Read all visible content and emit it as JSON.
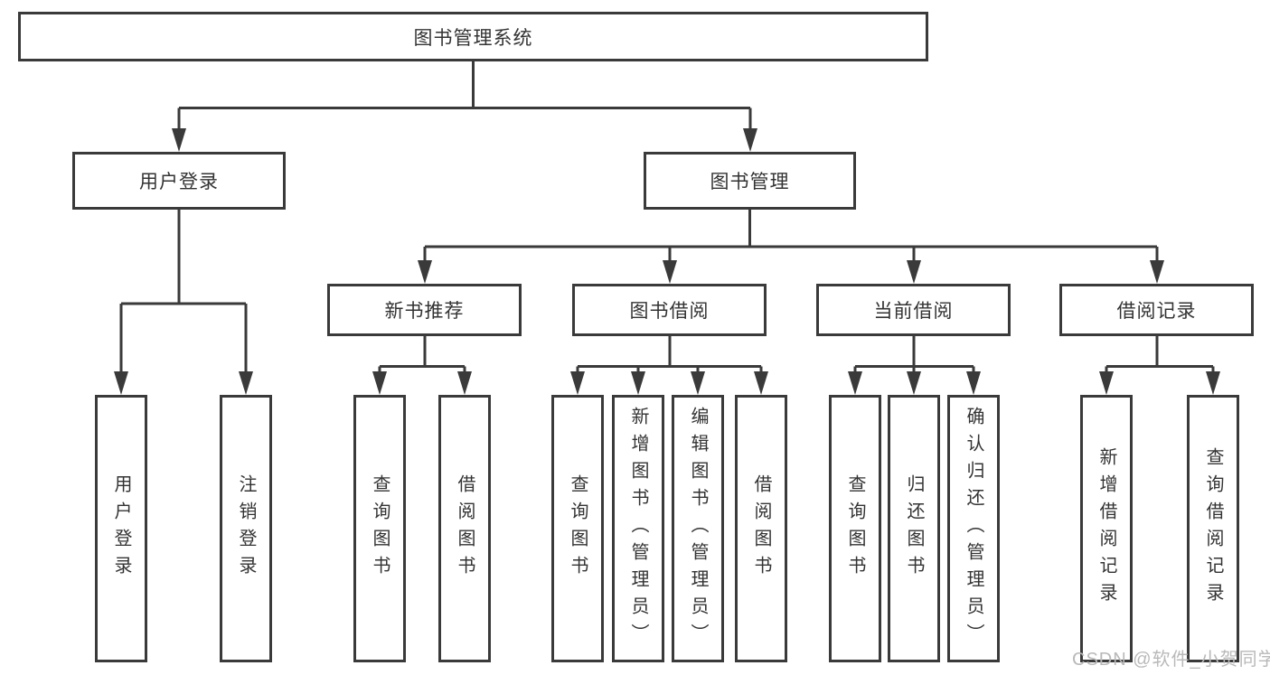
{
  "diagram": {
    "title_node": "图书管理系统",
    "level2": {
      "user_login": "用户登录",
      "book_management": "图书管理"
    },
    "level3": {
      "new_book_recommend": "新书推荐",
      "book_borrow": "图书借阅",
      "current_borrow": "当前借阅",
      "borrow_records": "借阅记录"
    },
    "leaves": {
      "user_login": [
        "用户登录",
        "注销登录"
      ],
      "new_book_recommend": [
        "查询图书",
        "借阅图书"
      ],
      "book_borrow": [
        "查询图书",
        "新增图书（管理员）",
        "编辑图书（管理员）",
        "借阅图书"
      ],
      "current_borrow": [
        "查询图书",
        "归还图书",
        "确认归还（管理员）"
      ],
      "borrow_records": [
        "新增借阅记录",
        "查询借阅记录"
      ]
    },
    "colors": {
      "line": "#3a3a3a",
      "text": "#333333",
      "watermark": "#b9b9b9",
      "background": "#ffffff"
    },
    "watermark": "CSDN @软件_小贺同学"
  }
}
